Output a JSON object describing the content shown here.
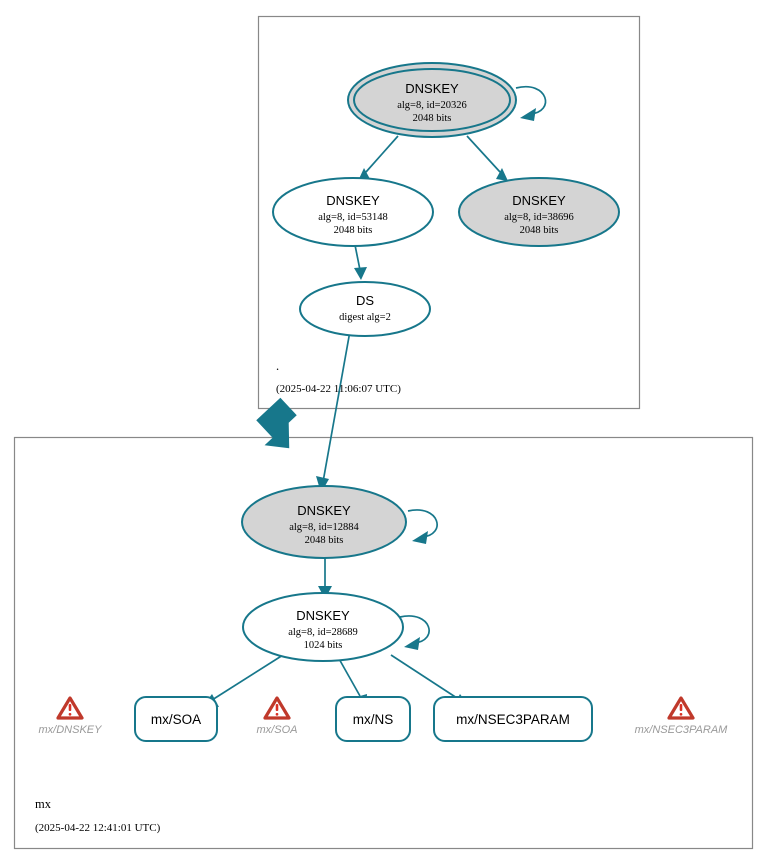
{
  "diagram": {
    "type": "dnssec-authentication-chain",
    "accent_color": "#17778b",
    "ksk_fill": "#d4d4d4",
    "zsk_fill": "#ffffff",
    "zone_border": "#888888",
    "warning_color": "#c0392b",
    "warning_label_color": "#999999"
  },
  "zones": [
    {
      "id": "root",
      "name": ".",
      "timestamp": "(2025-04-22 11:06:07 UTC)"
    },
    {
      "id": "mx",
      "name": "mx",
      "timestamp": "(2025-04-22 12:41:01 UTC)"
    }
  ],
  "nodes": {
    "root_ksk": {
      "title": "DNSKEY",
      "line2": "alg=8, id=20326",
      "line3": "2048 bits",
      "alg": 8,
      "key_id": 20326,
      "bits": 2048,
      "role": "trust-anchor-ksk",
      "fill": "gray",
      "double_outline": true,
      "self_signed": true
    },
    "root_zsk": {
      "title": "DNSKEY",
      "line2": "alg=8, id=53148",
      "line3": "2048 bits",
      "alg": 8,
      "key_id": 53148,
      "bits": 2048,
      "role": "zsk",
      "fill": "white",
      "double_outline": false,
      "self_signed": false
    },
    "root_ksk2": {
      "title": "DNSKEY",
      "line2": "alg=8, id=38696",
      "line3": "2048 bits",
      "alg": 8,
      "key_id": 38696,
      "bits": 2048,
      "role": "ksk",
      "fill": "gray",
      "double_outline": false,
      "self_signed": false
    },
    "ds": {
      "title": "DS",
      "line2": "digest alg=2",
      "digest_alg": 2,
      "fill": "white"
    },
    "mx_ksk": {
      "title": "DNSKEY",
      "line2": "alg=8, id=12884",
      "line3": "2048 bits",
      "alg": 8,
      "key_id": 12884,
      "bits": 2048,
      "role": "ksk",
      "fill": "gray",
      "double_outline": false,
      "self_signed": true
    },
    "mx_zsk": {
      "title": "DNSKEY",
      "line2": "alg=8, id=28689",
      "line3": "1024 bits",
      "alg": 8,
      "key_id": 28689,
      "bits": 1024,
      "role": "zsk",
      "fill": "white",
      "double_outline": false,
      "self_signed": true
    }
  },
  "rrsets": [
    {
      "id": "mx_soa",
      "label": "mx/SOA"
    },
    {
      "id": "mx_ns",
      "label": "mx/NS"
    },
    {
      "id": "mx_nsec3param",
      "label": "mx/NSEC3PARAM"
    }
  ],
  "warnings": [
    {
      "id": "warn_dnskey",
      "label": "mx/DNSKEY",
      "icon": "warning-triangle-icon"
    },
    {
      "id": "warn_soa",
      "label": "mx/SOA",
      "icon": "warning-triangle-icon"
    },
    {
      "id": "warn_nsec3param",
      "label": "mx/NSEC3PARAM",
      "icon": "warning-triangle-icon"
    }
  ]
}
